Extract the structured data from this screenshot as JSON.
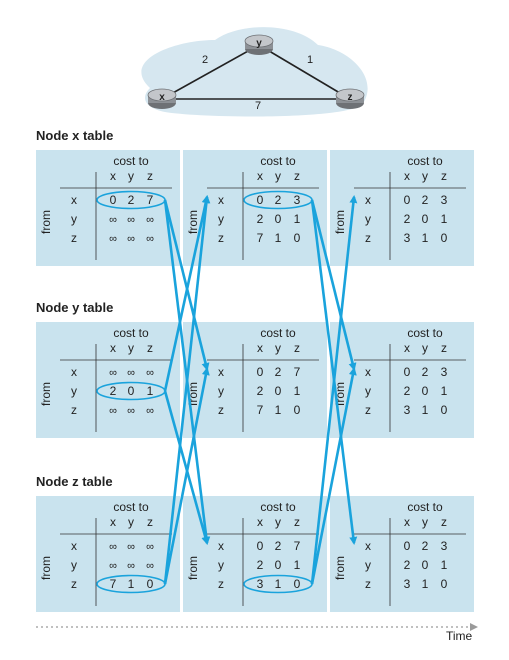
{
  "topology": {
    "nodes": [
      {
        "id": "x",
        "label": "x"
      },
      {
        "id": "y",
        "label": "y"
      },
      {
        "id": "z",
        "label": "z"
      }
    ],
    "links": [
      {
        "from": "x",
        "to": "y",
        "cost": "2"
      },
      {
        "from": "y",
        "to": "z",
        "cost": "1"
      },
      {
        "from": "x",
        "to": "z",
        "cost": "7"
      }
    ]
  },
  "header": {
    "cost_to": "cost to",
    "from": "from",
    "dests": [
      "x",
      "y",
      "z"
    ],
    "sources": [
      "x",
      "y",
      "z"
    ]
  },
  "sections": [
    {
      "title": "Node x table",
      "tables": [
        {
          "rows": [
            [
              "0",
              "2",
              "7"
            ],
            [
              "∞",
              "∞",
              "∞"
            ],
            [
              "∞",
              "∞",
              "∞"
            ]
          ],
          "highlight_row": 0
        },
        {
          "rows": [
            [
              "0",
              "2",
              "3"
            ],
            [
              "2",
              "0",
              "1"
            ],
            [
              "7",
              "1",
              "0"
            ]
          ],
          "highlight_row": 0
        },
        {
          "rows": [
            [
              "0",
              "2",
              "3"
            ],
            [
              "2",
              "0",
              "1"
            ],
            [
              "3",
              "1",
              "0"
            ]
          ],
          "highlight_row": -1
        }
      ]
    },
    {
      "title": "Node y table",
      "tables": [
        {
          "rows": [
            [
              "∞",
              "∞",
              "∞"
            ],
            [
              "2",
              "0",
              "1"
            ],
            [
              "∞",
              "∞",
              "∞"
            ]
          ],
          "highlight_row": 1
        },
        {
          "rows": [
            [
              "0",
              "2",
              "7"
            ],
            [
              "2",
              "0",
              "1"
            ],
            [
              "7",
              "1",
              "0"
            ]
          ],
          "highlight_row": -1
        },
        {
          "rows": [
            [
              "0",
              "2",
              "3"
            ],
            [
              "2",
              "0",
              "1"
            ],
            [
              "3",
              "1",
              "0"
            ]
          ],
          "highlight_row": -1
        }
      ]
    },
    {
      "title": "Node z table",
      "tables": [
        {
          "rows": [
            [
              "∞",
              "∞",
              "∞"
            ],
            [
              "∞",
              "∞",
              "∞"
            ],
            [
              "7",
              "1",
              "0"
            ]
          ],
          "highlight_row": 2
        },
        {
          "rows": [
            [
              "0",
              "2",
              "7"
            ],
            [
              "2",
              "0",
              "1"
            ],
            [
              "3",
              "1",
              "0"
            ]
          ],
          "highlight_row": 2
        },
        {
          "rows": [
            [
              "0",
              "2",
              "3"
            ],
            [
              "2",
              "0",
              "1"
            ],
            [
              "3",
              "1",
              "0"
            ]
          ],
          "highlight_row": -1
        }
      ]
    }
  ],
  "time_label": "Time",
  "colors": {
    "panel": "#c9e3ee",
    "arrow": "#1aa3dc",
    "cloud": "#d6e7f0"
  }
}
